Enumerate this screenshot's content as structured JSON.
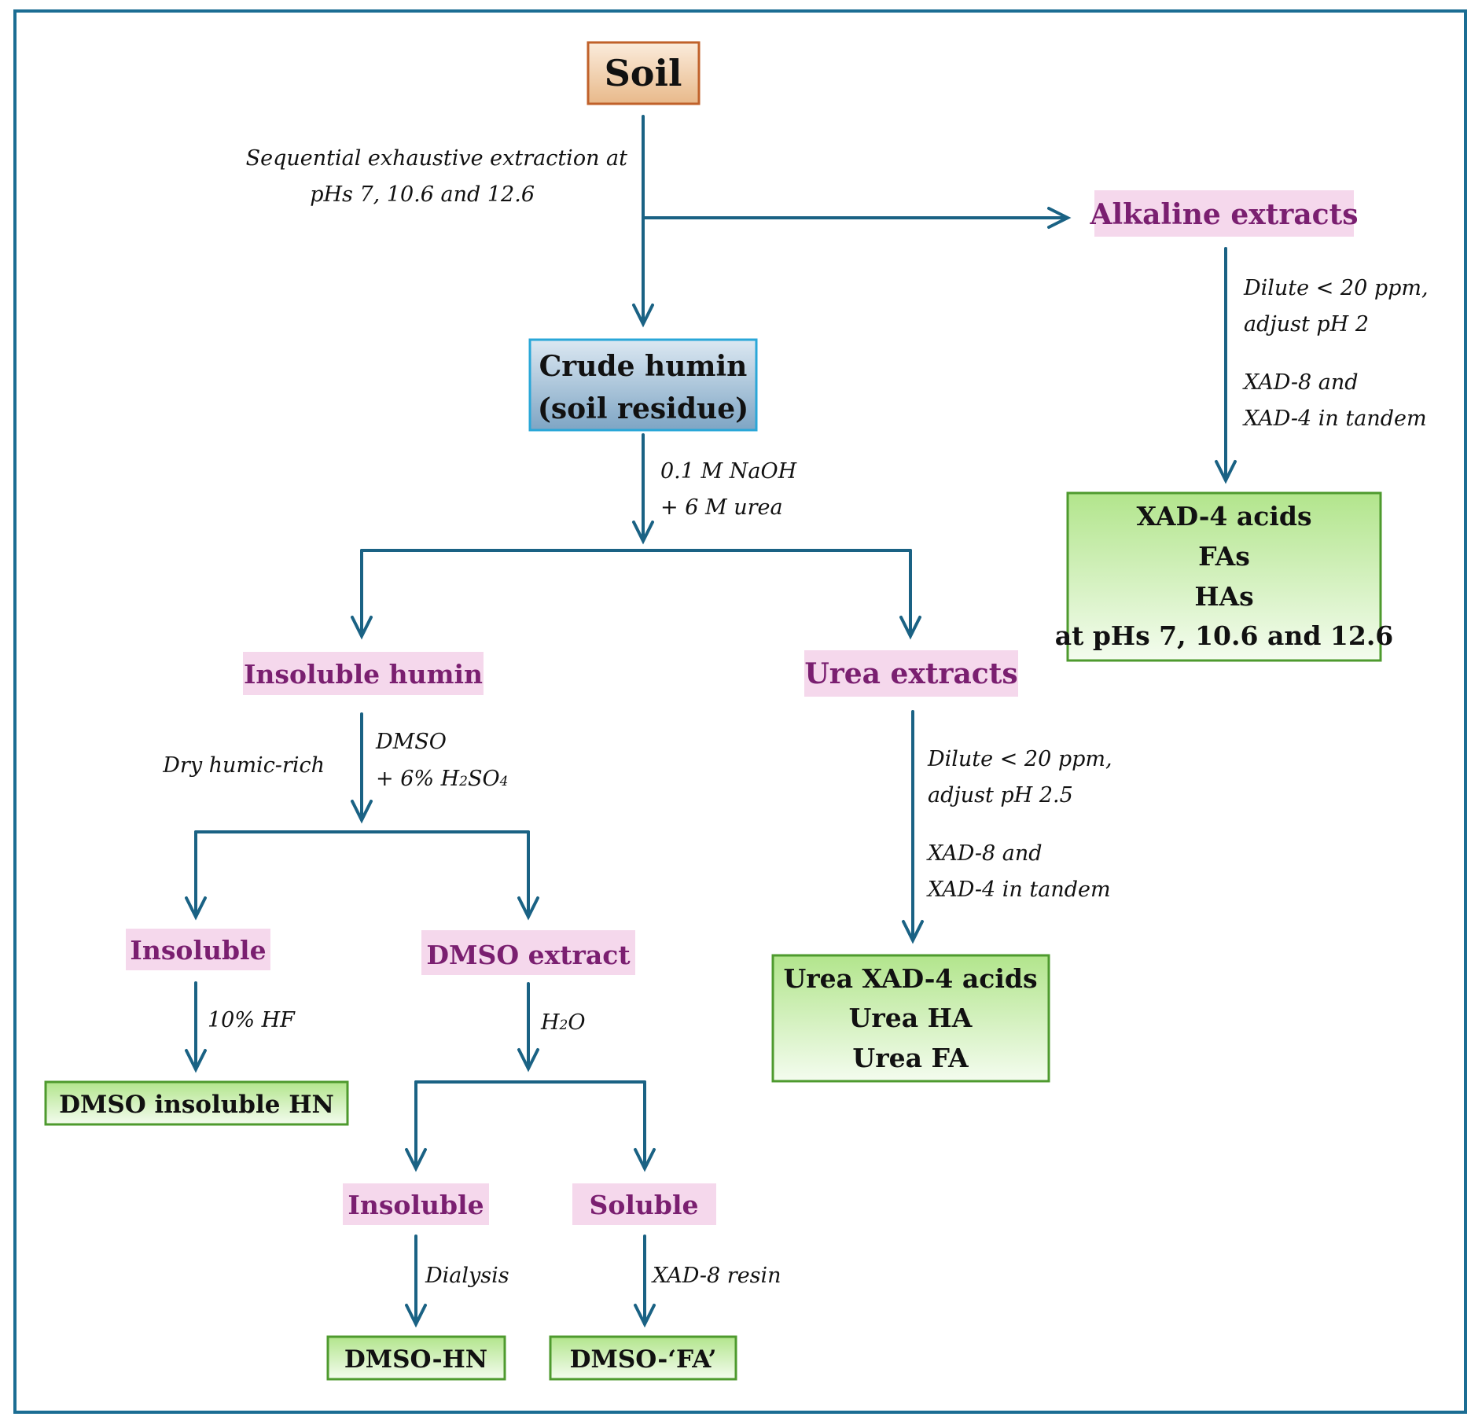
{
  "colors": {
    "frame": "#1b6d93",
    "arrow": "#1a6284",
    "pink_fill": "#f5d8ec",
    "pink_text": "#7a1f70",
    "green_border": "#4e9a2e",
    "green_fill_top": "#b2e58c",
    "green_fill_bottom": "#f4fcef",
    "soil_border": "#c0612a",
    "soil_fill_top": "#fbecdc",
    "soil_fill_bottom": "#e8b98a",
    "crude_border": "#2aa7d8",
    "crude_fill_top": "#dce8f2",
    "crude_fill_bottom": "#7ea5c4",
    "text": "#111111"
  },
  "nodes": {
    "soil": "Soil",
    "crude_humin": [
      "Crude humin",
      "(soil residue)"
    ],
    "alkaline_extracts": "Alkaline extracts",
    "xad4_box": [
      "XAD-4 acids",
      "FAs",
      "HAs",
      "at pHs 7, 10.6 and 12.6"
    ],
    "insoluble_humin": "Insoluble humin",
    "urea_extracts": "Urea extracts",
    "urea_box": [
      "Urea XAD-4 acids",
      "Urea HA",
      "Urea FA"
    ],
    "insoluble_1": "Insoluble",
    "dmso_extract": "DMSO extract",
    "dmso_insoluble_hn": "DMSO insoluble HN",
    "insoluble_2": "Insoluble",
    "soluble": "Soluble",
    "dmso_hn": "DMSO-HN",
    "dmso_fa": "DMSO-‘FA’"
  },
  "annotations": {
    "sequential": [
      "Sequential exhaustive extraction at",
      "pHs 7, 10.6 and 12.6"
    ],
    "alkaline_dilute": [
      "Dilute < 20 ppm,",
      "adjust pH 2"
    ],
    "alkaline_xad": [
      "XAD-8 and",
      "XAD-4 in tandem"
    ],
    "naoh_1": "0.1 M NaOH",
    "naoh_2": "+ 6 M urea",
    "urea_dilute": [
      "Dilute < 20 ppm,",
      "adjust pH 2.5"
    ],
    "urea_xad": [
      "XAD-8 and",
      "XAD-4 in tandem"
    ],
    "dry": "Dry humic-rich",
    "dmso_1": "DMSO",
    "dmso_2_prefix": "+ 6% H",
    "dmso_2_sub1": "2",
    "dmso_2_mid": "SO",
    "dmso_2_sub2": "4",
    "hf": "10% HF",
    "water_h": "H",
    "water_sub": "2",
    "water_o": "O",
    "dialysis": "Dialysis",
    "xad8_resin": "XAD-8 resin"
  }
}
